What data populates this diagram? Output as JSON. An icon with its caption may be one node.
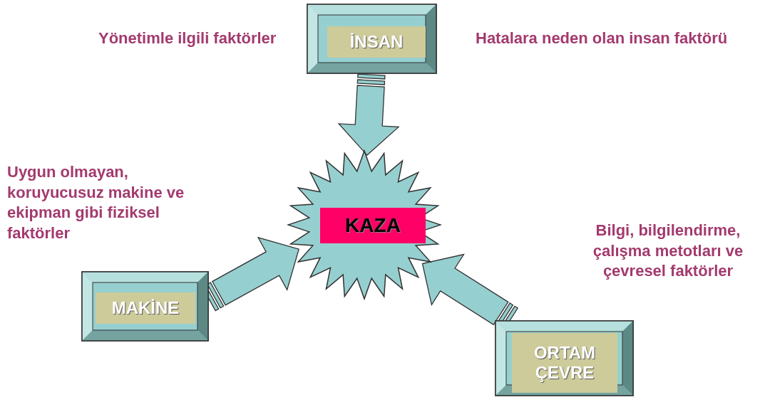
{
  "diagram": {
    "nodes": [
      {
        "text": [
          "İNSAN"
        ],
        "beside": [
          "Yönetimle ilgili faktörler",
          "Hatalara neden olan insan faktörü"
        ]
      },
      {
        "text": [
          "KAZA"
        ]
      },
      {
        "text": [
          "MAKİNE"
        ],
        "beside": [
          "Uygun olmayan, koruyucusuz makine ve ekipman gibi fiziksel faktörler"
        ]
      },
      {
        "text": [
          "ORTAM ÇEVRE"
        ],
        "beside": [
          "Bilgi, bilgilendirme, çalışma metotları ve çevresel faktörler"
        ]
      }
    ],
    "edges": [
      {
        "from": 0,
        "to": 1,
        "arrow": "to"
      },
      {
        "from": 2,
        "to": 1,
        "arrow": "to"
      },
      {
        "from": 3,
        "to": 1,
        "arrow": "to"
      }
    ]
  }
}
